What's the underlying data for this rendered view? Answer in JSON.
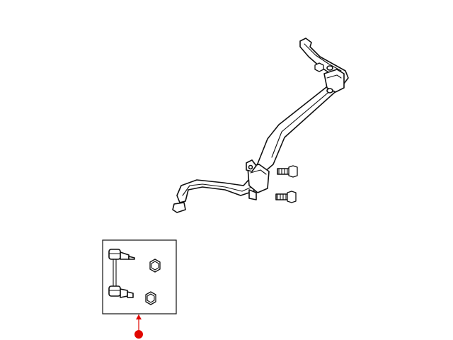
{
  "diagram": {
    "line_color": "#111111",
    "background_color": "#ffffff",
    "callout_color": "#e10600",
    "components": [
      {
        "id": "stabilizer-bar"
      },
      {
        "id": "bushing-clamp-left"
      },
      {
        "id": "bushing-clamp-right"
      },
      {
        "id": "clamp-bolt"
      },
      {
        "id": "stabilizer-link-detail"
      }
    ],
    "callouts": [
      {
        "id": "callout-link",
        "icon": "red-dot-marker"
      }
    ]
  }
}
